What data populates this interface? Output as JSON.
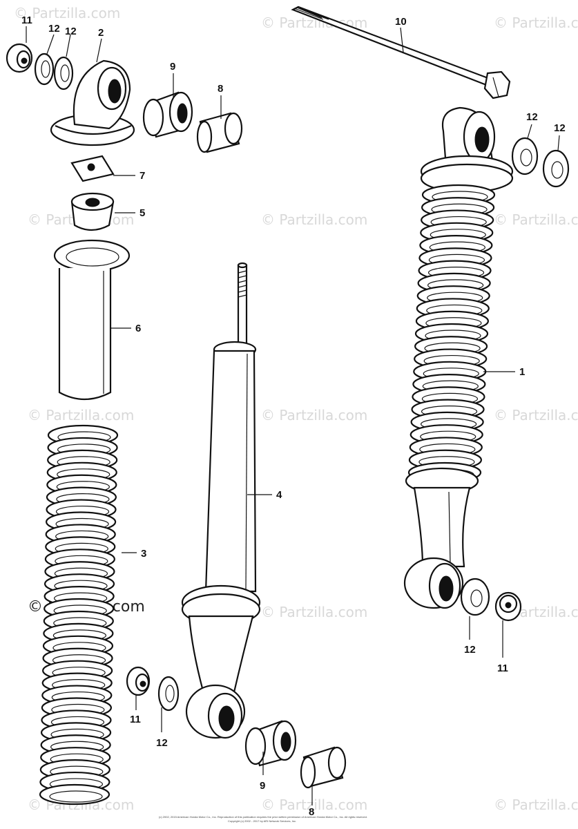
{
  "watermark": {
    "text": "© Partzilla.com",
    "prominent_text": "© Partzilla.com"
  },
  "callouts": {
    "c1": "1",
    "c2": "2",
    "c3": "3",
    "c4": "4",
    "c5": "5",
    "c6": "6",
    "c7": "7",
    "c8_top": "8",
    "c8_bottom": "8",
    "c9_top": "9",
    "c9_bottom": "9",
    "c10": "10",
    "c11_topleft": "11",
    "c11_mid": "11",
    "c11_right": "11",
    "c12_a": "12",
    "c12_b": "12",
    "c12_c": "12",
    "c12_d": "12",
    "c12_mid": "12",
    "c12_right": "12"
  },
  "footer": {
    "line1": "(c) 2002, 2015 American Honda Motor Co., Inc. Reproduction of this publication requires the prior written permission of American Honda Motor Co., Inc. All rights reserved.",
    "line2": "Copyright (c) 2002 - 2017 by ARI Network Services, Inc."
  }
}
